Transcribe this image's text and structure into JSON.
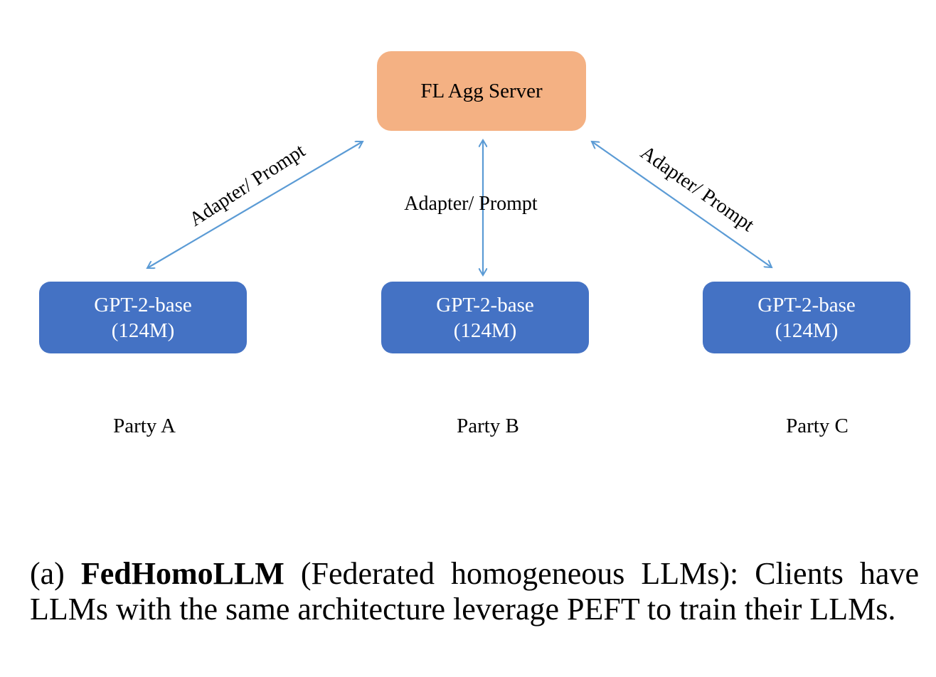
{
  "colors": {
    "server_fill": "#F4B183",
    "model_fill": "#4472C4",
    "arrow": "#5B9BD5"
  },
  "server": {
    "label": "FL Agg Server"
  },
  "parties": [
    {
      "model_name": "GPT-2-base",
      "model_size": "(124M)",
      "label": "Party A"
    },
    {
      "model_name": "GPT-2-base",
      "model_size": "(124M)",
      "label": "Party B"
    },
    {
      "model_name": "GPT-2-base",
      "model_size": "(124M)",
      "label": "Party C"
    }
  ],
  "edges": [
    {
      "label": "Adapter/ Prompt"
    },
    {
      "label": "Adapter/ Prompt"
    },
    {
      "label": "Adapter/ Prompt"
    }
  ],
  "caption": {
    "prefix": "(a) ",
    "bold": "FedHomoLLM",
    "rest": " (Federated homogeneous LLMs): Clients have LLMs with the same architecture leverage PEFT to train their LLMs."
  }
}
